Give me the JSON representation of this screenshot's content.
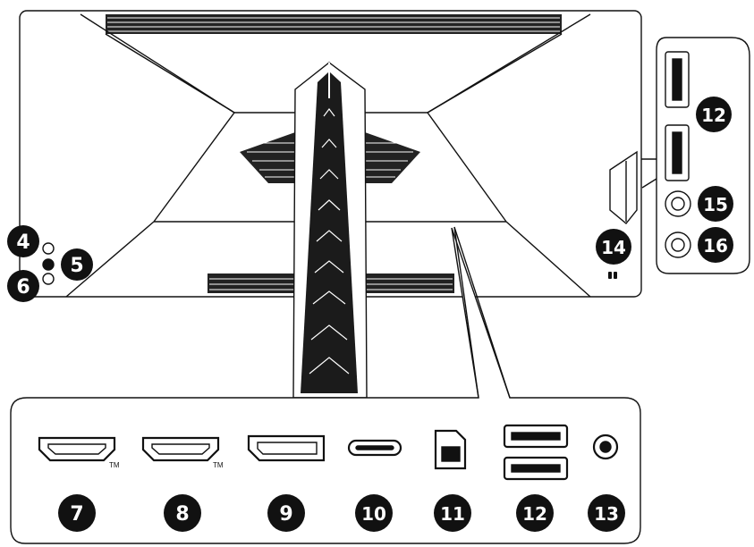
{
  "callouts": {
    "headphone_jog": "4",
    "jog_button": "5",
    "power_button": "6",
    "hdmi_1": "7",
    "hdmi_2": "8",
    "displayport": "9",
    "usb_c": "10",
    "usb_b": "11",
    "usb_a_bottom": "12",
    "headphone_jack": "13",
    "kensington_lock": "14",
    "usb_a_side": "12",
    "side_jack_top": "15",
    "side_jack_bottom": "16"
  },
  "trademark": "TM",
  "colors": {
    "line": "#111111",
    "badge": "#111111",
    "background": "#ffffff"
  }
}
